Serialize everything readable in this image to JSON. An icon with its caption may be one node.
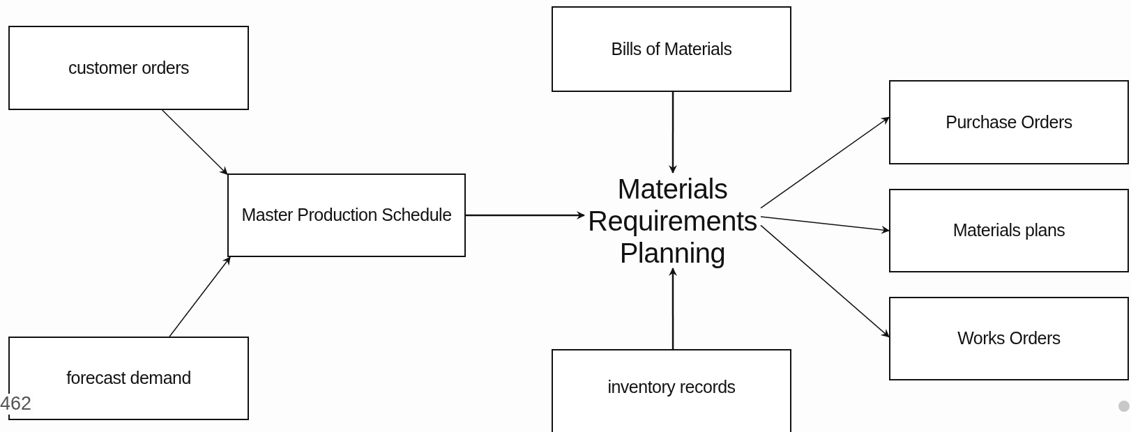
{
  "diagram": {
    "nodes": [
      {
        "text": [
          "customer orders"
        ]
      },
      {
        "text": [
          "forecast demand"
        ]
      },
      {
        "text": [
          "Master Production Schedule"
        ]
      },
      {
        "text": [
          "Bills of Materials"
        ]
      },
      {
        "text": [
          "Materials Requirements Planning"
        ]
      },
      {
        "text": [
          "inventory records"
        ]
      },
      {
        "text": [
          "Purchase Orders"
        ]
      },
      {
        "text": [
          "Materials plans"
        ]
      },
      {
        "text": [
          "Works Orders"
        ]
      }
    ],
    "edges": [
      {
        "from": 0,
        "to": 2,
        "arrow": "to"
      },
      {
        "from": 1,
        "to": 2,
        "arrow": "to"
      },
      {
        "from": 2,
        "to": 4,
        "arrow": "to"
      },
      {
        "from": 3,
        "to": 4,
        "arrow": "to"
      },
      {
        "from": 5,
        "to": 4,
        "arrow": "to"
      },
      {
        "from": 4,
        "to": 6,
        "arrow": "to"
      },
      {
        "from": 4,
        "to": 7,
        "arrow": "to"
      },
      {
        "from": 4,
        "to": 8,
        "arrow": "to"
      }
    ],
    "labels": [
      "462"
    ]
  }
}
